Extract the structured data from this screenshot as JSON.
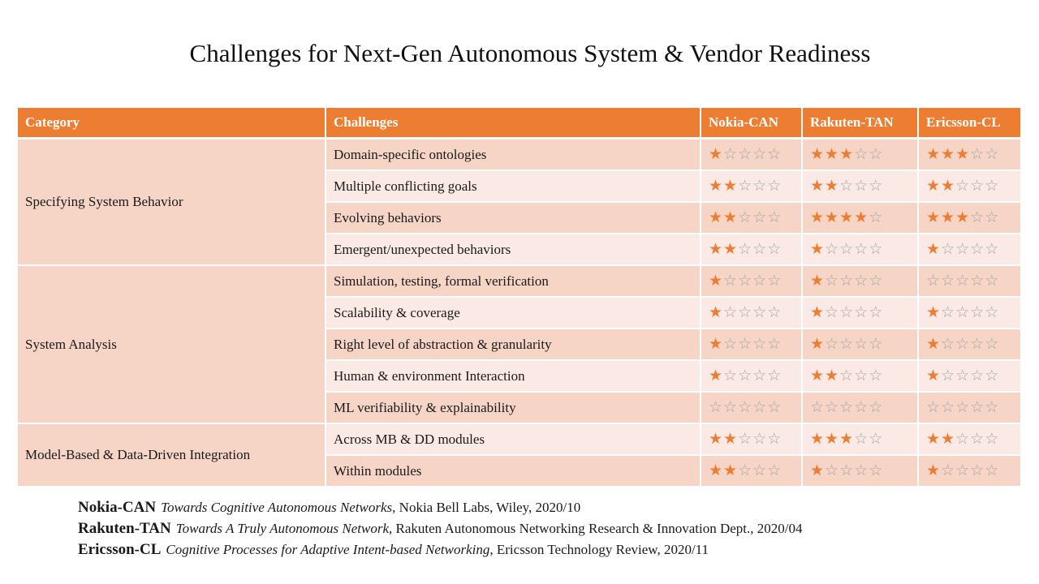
{
  "title": "Challenges for Next-Gen Autonomous System & Vendor Readiness",
  "table": {
    "headers": [
      "Category",
      "Challenges",
      "Nokia-CAN",
      "Rakuten-TAN",
      "Ericsson-CL"
    ],
    "groups": [
      {
        "category": "Specifying System Behavior",
        "rows": [
          {
            "challenge": "Domain-specific ontologies",
            "ratings": [
              1,
              3,
              3
            ]
          },
          {
            "challenge": "Multiple conflicting goals",
            "ratings": [
              2,
              2,
              2
            ]
          },
          {
            "challenge": "Evolving behaviors",
            "ratings": [
              2,
              4,
              3
            ]
          },
          {
            "challenge": "Emergent/unexpected behaviors",
            "ratings": [
              2,
              1,
              1
            ]
          }
        ]
      },
      {
        "category": "System Analysis",
        "rows": [
          {
            "challenge": "Simulation, testing, formal verification",
            "ratings": [
              1,
              1,
              0
            ]
          },
          {
            "challenge": "Scalability & coverage",
            "ratings": [
              1,
              1,
              1
            ]
          },
          {
            "challenge": "Right level of abstraction & granularity",
            "ratings": [
              1,
              1,
              1
            ]
          },
          {
            "challenge": "Human & environment Interaction",
            "ratings": [
              1,
              2,
              1
            ]
          },
          {
            "challenge": "ML verifiability & explainability",
            "ratings": [
              0,
              0,
              0
            ]
          }
        ]
      },
      {
        "category": "Model-Based & Data-Driven Integration",
        "rows": [
          {
            "challenge": "Across MB & DD modules",
            "ratings": [
              2,
              3,
              2
            ]
          },
          {
            "challenge": "Within modules",
            "ratings": [
              2,
              1,
              1
            ]
          }
        ]
      }
    ],
    "max_stars": 5,
    "star_color": "#ed7d31"
  },
  "references": [
    {
      "key": "Nokia-CAN",
      "title": "Towards Cognitive Autonomous Networks",
      "rest": ", Nokia Bell Labs, Wiley, 2020/10"
    },
    {
      "key": "Rakuten-TAN",
      "title": "Towards A Truly Autonomous Network",
      "rest": ", Rakuten Autonomous Networking Research & Innovation Dept., 2020/04"
    },
    {
      "key": "Ericsson-CL",
      "title": "Cognitive Processes for Adaptive Intent-based Networking",
      "rest": ", Ericsson Technology Review, 2020/11"
    }
  ]
}
